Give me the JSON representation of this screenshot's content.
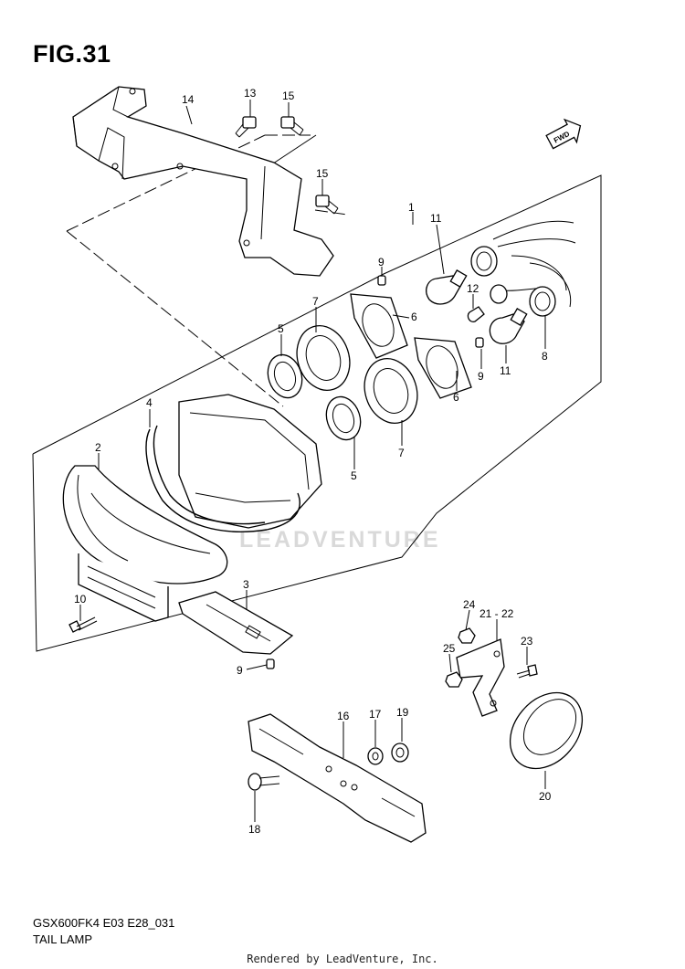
{
  "figure": {
    "title": "FIG.31",
    "model_code": "GSX600FK4 E03 E28_031",
    "part_group": "TAIL LAMP",
    "credit": "Rendered by LeadVenture, Inc.",
    "watermark": "LEADVENTURE",
    "fwd_badge": "FWD"
  },
  "callouts": [
    {
      "id": "c14",
      "label": "14"
    },
    {
      "id": "c13",
      "label": "13"
    },
    {
      "id": "c15a",
      "label": "15"
    },
    {
      "id": "c15b",
      "label": "15"
    },
    {
      "id": "c1",
      "label": "1"
    },
    {
      "id": "c9a",
      "label": "9"
    },
    {
      "id": "c11a",
      "label": "11"
    },
    {
      "id": "c12",
      "label": "12"
    },
    {
      "id": "c7a",
      "label": "7"
    },
    {
      "id": "c6a",
      "label": "6"
    },
    {
      "id": "c5a",
      "label": "5"
    },
    {
      "id": "c9b",
      "label": "9"
    },
    {
      "id": "c11b",
      "label": "11"
    },
    {
      "id": "c8",
      "label": "8"
    },
    {
      "id": "c4",
      "label": "4"
    },
    {
      "id": "c6b",
      "label": "6"
    },
    {
      "id": "c2",
      "label": "2"
    },
    {
      "id": "c7b",
      "label": "7"
    },
    {
      "id": "c5b",
      "label": "5"
    },
    {
      "id": "c3",
      "label": "3"
    },
    {
      "id": "c10",
      "label": "10"
    },
    {
      "id": "c9c",
      "label": "9"
    },
    {
      "id": "c24",
      "label": "24"
    },
    {
      "id": "c2122",
      "label": "21 - 22"
    },
    {
      "id": "c25",
      "label": "25"
    },
    {
      "id": "c23",
      "label": "23"
    },
    {
      "id": "c16",
      "label": "16"
    },
    {
      "id": "c17",
      "label": "17"
    },
    {
      "id": "c19",
      "label": "19"
    },
    {
      "id": "c20",
      "label": "20"
    },
    {
      "id": "c18",
      "label": "18"
    }
  ]
}
